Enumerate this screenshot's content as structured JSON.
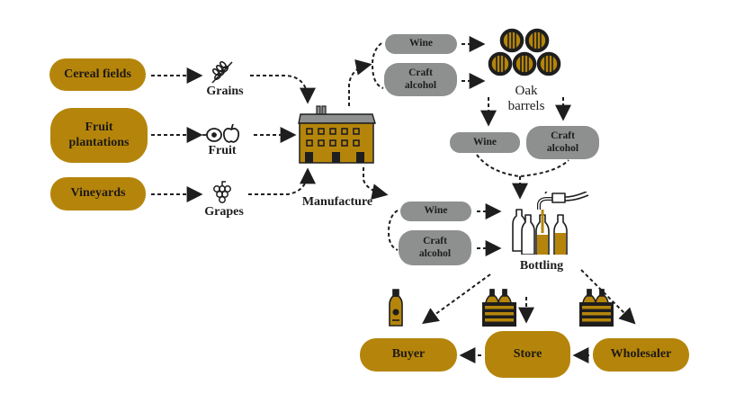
{
  "diagram": {
    "sources": [
      {
        "id": "cereal",
        "label": "Cereal fields"
      },
      {
        "id": "fruit",
        "label": "Fruit plantations"
      },
      {
        "id": "vineyards",
        "label": "Vineyards"
      }
    ],
    "raw_materials": [
      {
        "id": "grains",
        "label": "Grains",
        "icon": "wheat-icon"
      },
      {
        "id": "fruit",
        "label": "Fruit",
        "icon": "fruit-icon"
      },
      {
        "id": "grapes",
        "label": "Grapes",
        "icon": "grapes-icon"
      }
    ],
    "manufacture": {
      "label": "Manufacture",
      "icon": "factory-icon"
    },
    "products_top": {
      "wine": "Wine",
      "craft_line1": "Craft",
      "craft_line2": "alcohol"
    },
    "oak_barrels": {
      "line1": "Oak",
      "line2": "barrels",
      "icon": "barrels-icon"
    },
    "products_aged": {
      "wine": "Wine",
      "craft_line1": "Craft",
      "craft_line2": "alcohol"
    },
    "products_direct": {
      "wine": "Wine",
      "craft_line1": "Craft",
      "craft_line2": "alcohol"
    },
    "bottling": {
      "label": "Bottling",
      "icon": "bottling-icon"
    },
    "distribution": {
      "buyer": "Buyer",
      "store": "Store",
      "wholesaler": "Wholesaler"
    },
    "colors": {
      "gold": "#b5850b",
      "gray": "#8e9090",
      "ink": "#1e1a14"
    }
  }
}
